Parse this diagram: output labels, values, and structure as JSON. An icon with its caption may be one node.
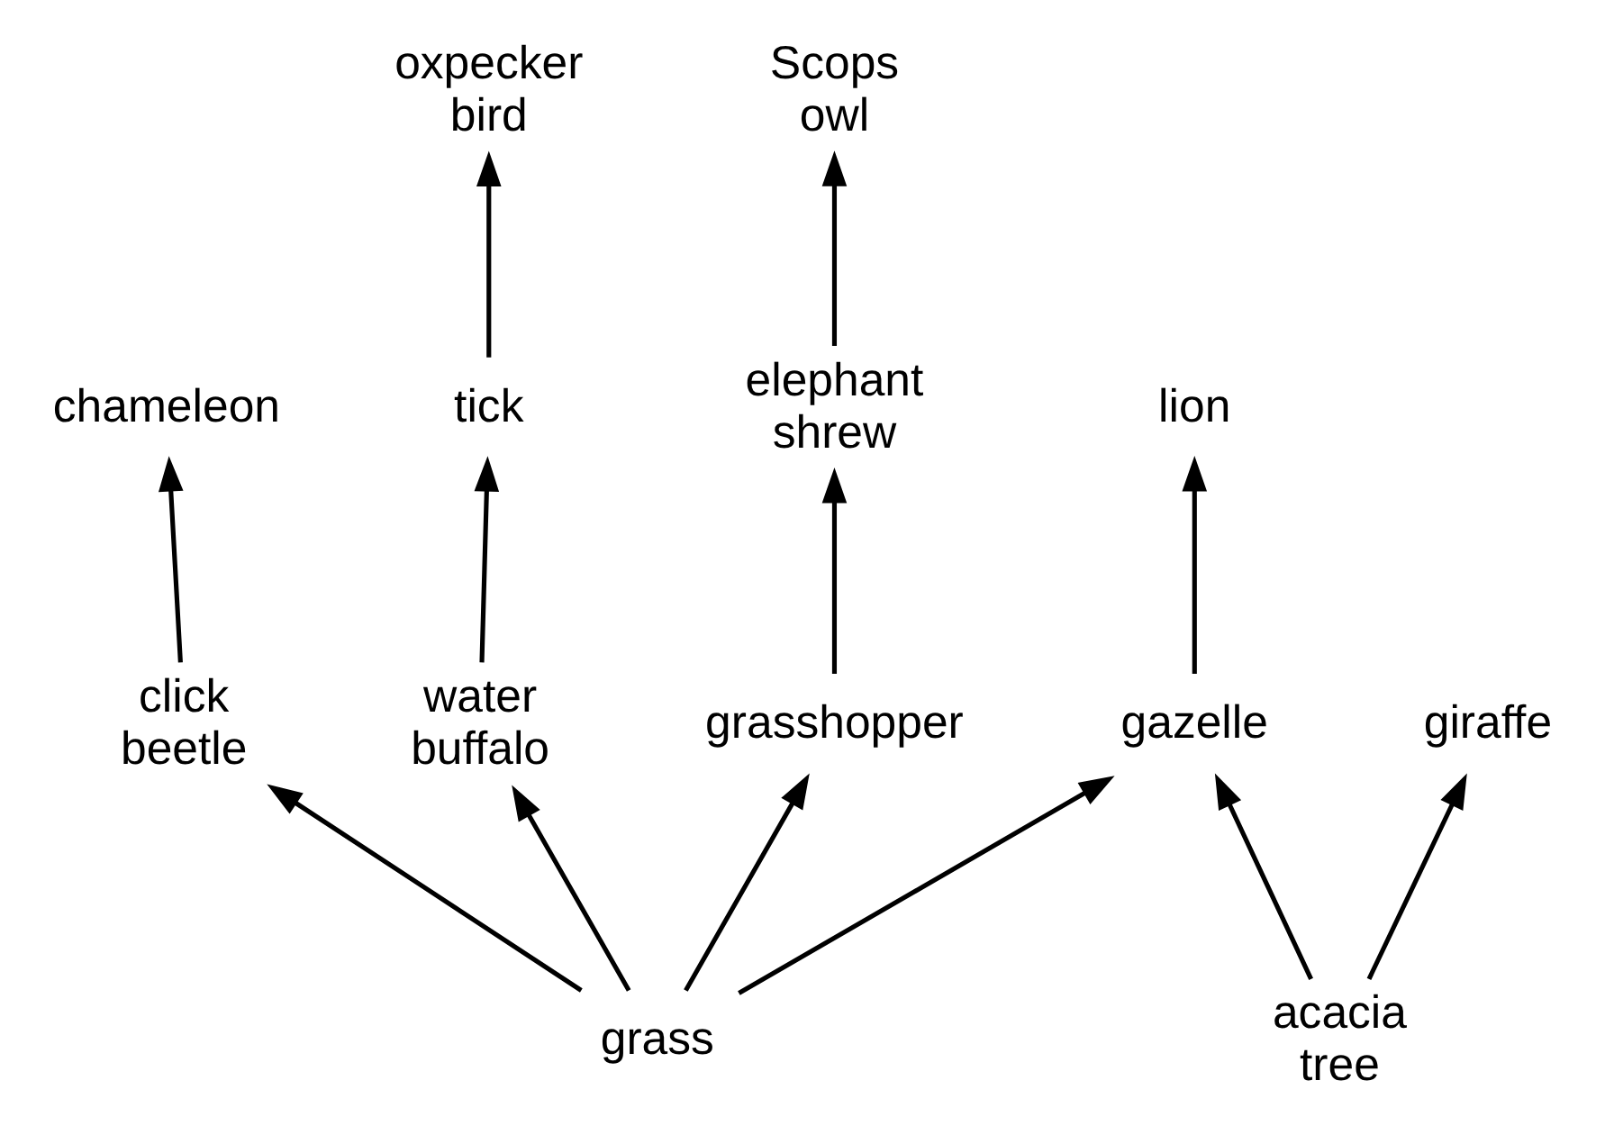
{
  "diagram": {
    "nodes": [
      {
        "text": [
          "Scops owl"
        ]
      },
      {
        "text": [
          "oxpecker bird"
        ]
      },
      {
        "text": [
          "lion"
        ]
      },
      {
        "text": [
          "elephant shrew"
        ]
      },
      {
        "text": [
          "chameleon"
        ]
      },
      {
        "text": [
          "tick"
        ]
      },
      {
        "text": [
          "giraffe"
        ]
      },
      {
        "text": [
          "gazelle"
        ]
      },
      {
        "text": [
          "grasshopper"
        ]
      },
      {
        "text": [
          "click beetle"
        ]
      },
      {
        "text": [
          "water buffalo"
        ]
      },
      {
        "text": [
          "acacia tree"
        ]
      },
      {
        "text": [
          "grass"
        ]
      }
    ],
    "edges": [
      {
        "from": 11,
        "to": 6,
        "arrow": "to"
      },
      {
        "from": 11,
        "to": 7,
        "arrow": "to"
      },
      {
        "from": 12,
        "to": 7,
        "arrow": "to"
      },
      {
        "from": 12,
        "to": 8,
        "arrow": "to"
      },
      {
        "from": 12,
        "to": 9,
        "arrow": "to"
      },
      {
        "from": 12,
        "to": 10,
        "arrow": "to"
      },
      {
        "from": 7,
        "to": 2,
        "arrow": "to"
      },
      {
        "from": 8,
        "to": 3,
        "arrow": "to"
      },
      {
        "from": 3,
        "to": 0,
        "arrow": "to"
      },
      {
        "from": 9,
        "to": 4,
        "arrow": "to"
      },
      {
        "from": 10,
        "to": 5,
        "arrow": "to"
      },
      {
        "from": 5,
        "to": 1,
        "arrow": "to"
      }
    ]
  }
}
